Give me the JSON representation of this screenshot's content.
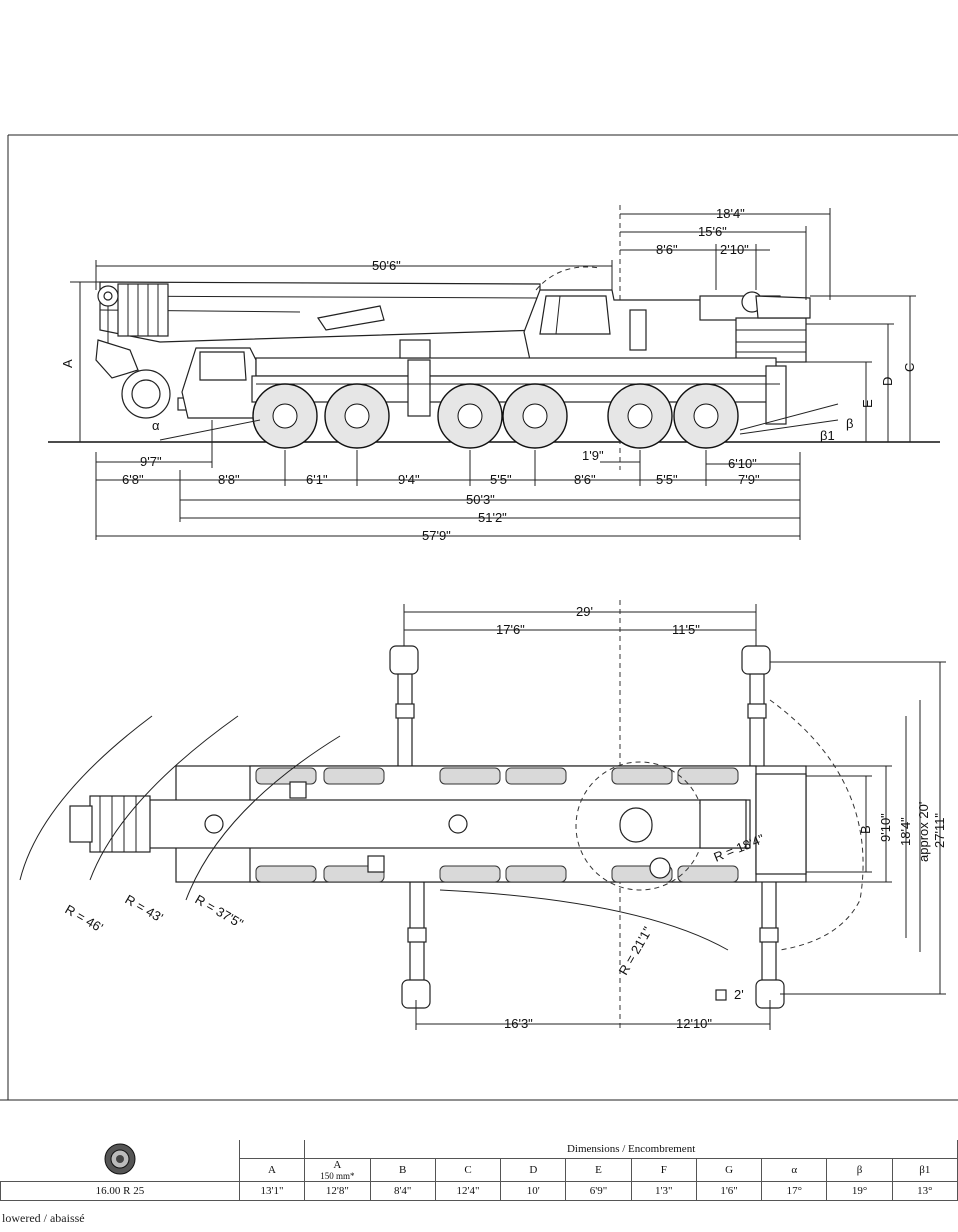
{
  "side_view": {
    "top_dims": [
      "18'4\"",
      "15'6\"",
      "8'6\"",
      "2'10\"",
      "50'6\""
    ],
    "left_label": "A",
    "right_labels": [
      "C",
      "D",
      "E"
    ],
    "angle_labels": [
      "α",
      "β",
      "β1"
    ],
    "bottom_dims": [
      "9'7\"",
      "1'9\"",
      "6'10\"",
      "6'8\"",
      "8'8\"",
      "6'1\"",
      "9'4\"",
      "5'5\"",
      "8'6\"",
      "5'5\"",
      "7'9\"",
      "50'3\"",
      "51'2\"",
      "57'9\""
    ]
  },
  "top_view": {
    "top_dims": [
      "29'",
      "17'6\"",
      "11'5\""
    ],
    "right_dims": [
      "B",
      "9'10\"",
      "18'4\"",
      "approx 20'",
      "27'11\""
    ],
    "radii": [
      "R = 46'",
      "R = 43'",
      "R = 37'5\"",
      "R = 21'1\"",
      "R = 18'4\""
    ],
    "outrigger_note": "2'",
    "bottom_dims": [
      "16'3\"",
      "12'10\""
    ]
  },
  "table": {
    "group_header": "Dimensions / Encombrement",
    "tire_size": "16.00 R 25",
    "columns": [
      "A",
      "A",
      "B",
      "C",
      "D",
      "E",
      "F",
      "G",
      "α",
      "β",
      "β1"
    ],
    "a_subnote": "150 mm*",
    "values": [
      "13'1\"",
      "12'8\"",
      "8'4\"",
      "12'4\"",
      "10'",
      "6'9\"",
      "1'3\"",
      "1'6\"",
      "17°",
      "19°",
      "13°"
    ]
  },
  "footnote": "lowered / abaissé"
}
